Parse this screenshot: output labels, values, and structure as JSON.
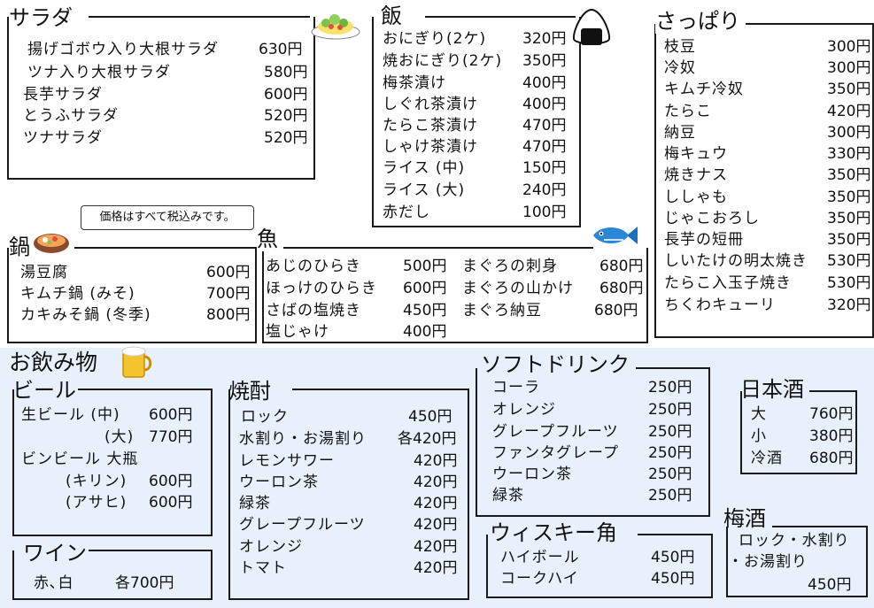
{
  "note": "価格はすべて税込みです。",
  "salad": {
    "title": "サラダ",
    "items": [
      {
        "name": "揚げゴボウ入り大根サラダ",
        "price": "630円"
      },
      {
        "name": "ツナ入り大根サラダ",
        "price": "580円"
      },
      {
        "name": "長芋サラダ",
        "price": "600円"
      },
      {
        "name": "とうふサラダ",
        "price": "520円"
      },
      {
        "name": "ツナサラダ",
        "price": "520円"
      }
    ]
  },
  "meshi": {
    "title": "飯",
    "items": [
      {
        "name": "おにぎり(2ケ)",
        "price": "320円"
      },
      {
        "name": "焼おにぎり(2ケ)",
        "price": "350円"
      },
      {
        "name": "梅茶漬け",
        "price": "400円"
      },
      {
        "name": "しぐれ茶漬け",
        "price": "400円"
      },
      {
        "name": "たらこ茶漬け",
        "price": "470円"
      },
      {
        "name": "しゃけ茶漬け",
        "price": "470円"
      },
      {
        "name": "ライス (中)",
        "price": "150円"
      },
      {
        "name": "ライス (大)",
        "price": "240円"
      },
      {
        "name": "赤だし",
        "price": "100円"
      }
    ]
  },
  "sappari": {
    "title": "さっぱり",
    "items": [
      {
        "name": "枝豆",
        "price": "300円"
      },
      {
        "name": "冷奴",
        "price": "300円"
      },
      {
        "name": "キムチ冷奴",
        "price": "350円"
      },
      {
        "name": "たらこ",
        "price": "420円"
      },
      {
        "name": "納豆",
        "price": "300円"
      },
      {
        "name": "梅キュウ",
        "price": "330円"
      },
      {
        "name": "焼きナス",
        "price": "350円"
      },
      {
        "name": "ししゃも",
        "price": "350円"
      },
      {
        "name": "じゃこおろし",
        "price": "350円"
      },
      {
        "name": "長芋の短冊",
        "price": "350円"
      },
      {
        "name": "しいたけの明太焼き",
        "price": "530円"
      },
      {
        "name": "たらこ入玉子焼き",
        "price": "530円"
      },
      {
        "name": "ちくわキューリ",
        "price": "320円"
      }
    ]
  },
  "nabe": {
    "title": "鍋",
    "items": [
      {
        "name": "湯豆腐",
        "price": "600円"
      },
      {
        "name": "キムチ鍋 (みそ)",
        "price": "700円"
      },
      {
        "name": "カキみそ鍋 (冬季)",
        "price": "800円"
      }
    ]
  },
  "sakana": {
    "title": "魚",
    "left": [
      {
        "name": "あじのひらき",
        "price": "500円"
      },
      {
        "name": "ほっけのひらき",
        "price": "600円"
      },
      {
        "name": "さばの塩焼き",
        "price": "450円"
      },
      {
        "name": "塩じゃけ",
        "price": "400円"
      }
    ],
    "right": [
      {
        "name": "まぐろの刺身",
        "price": "680円"
      },
      {
        "name": "まぐろの山かけ",
        "price": "680円"
      },
      {
        "name": "まぐろ納豆",
        "price": "680円"
      }
    ]
  },
  "drinks": {
    "title": "お飲み物",
    "beer": {
      "title": "ビール",
      "items": [
        {
          "name": "生ビール (中)",
          "price": "600円"
        },
        {
          "name": "(大)",
          "price": "770円"
        },
        {
          "name": "ビンビール 大瓶",
          "price": ""
        },
        {
          "name": "(キリン)",
          "price": "600円"
        },
        {
          "name": "(アサヒ)",
          "price": "600円"
        }
      ]
    },
    "wine": {
      "title": "ワイン",
      "line": "赤､白",
      "price": "各700円"
    },
    "shochu": {
      "title": "焼酎",
      "items": [
        {
          "name": "ロック",
          "price": "450円"
        },
        {
          "name": "水割り・お湯割り",
          "price": "各420円"
        },
        {
          "name": "レモンサワー",
          "price": "420円"
        },
        {
          "name": "ウーロン茶",
          "price": "420円"
        },
        {
          "name": "緑茶",
          "price": "420円"
        },
        {
          "name": "グレープフルーツ",
          "price": "420円"
        },
        {
          "name": "オレンジ",
          "price": "420円"
        },
        {
          "name": "トマト",
          "price": "420円"
        }
      ]
    },
    "soft": {
      "title": "ソフトドリンク",
      "items": [
        {
          "name": "コーラ",
          "price": "250円"
        },
        {
          "name": "オレンジ",
          "price": "250円"
        },
        {
          "name": "グレープフルーツ",
          "price": "250円"
        },
        {
          "name": "ファンタグレープ",
          "price": "250円"
        },
        {
          "name": "ウーロン茶",
          "price": "250円"
        },
        {
          "name": "緑茶",
          "price": "250円"
        }
      ]
    },
    "whisky": {
      "title": "ウィスキー角",
      "items": [
        {
          "name": "ハイボール",
          "price": "450円"
        },
        {
          "name": "コークハイ",
          "price": "450円"
        }
      ]
    },
    "sake": {
      "title": "日本酒",
      "items": [
        {
          "name": "大",
          "price": "760円"
        },
        {
          "name": "小",
          "price": "380円"
        },
        {
          "name": "冷酒",
          "price": "680円"
        }
      ]
    },
    "umeshu": {
      "title": "梅酒",
      "line1": "ロック・水割り",
      "line2": "・お湯割り",
      "price": "450円"
    }
  },
  "icons": [
    "salad-icon",
    "onigiri-icon",
    "nabe-icon",
    "fish-icon",
    "beer-icon"
  ],
  "colors": {
    "drinks_bg": "#e8f1fb",
    "line": "#1a1a1a",
    "fish": "#2a86d8",
    "beer": "#f4c430"
  }
}
